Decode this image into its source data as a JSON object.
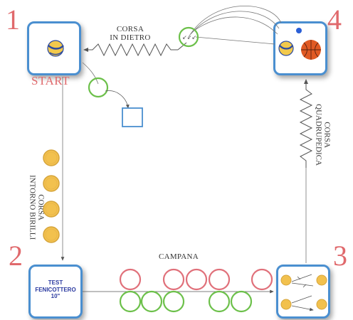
{
  "stations": [
    {
      "number": "1",
      "caption": "START"
    },
    {
      "number": "2",
      "text_line1": "TEST",
      "text_line2": "FENICOTTERO",
      "text_line3": "10\""
    },
    {
      "number": "3"
    },
    {
      "number": "4"
    }
  ],
  "paths": {
    "back_run_line1": "CORSA",
    "back_run_line2": "IN DIETRO",
    "cone_run_line1": "CORSA",
    "cone_run_line2": "INTORNO BIRILLI",
    "bell": "CAMPANA",
    "quad_run_line1": "CORSA",
    "quad_run_line2": "QUADRUPEDICA"
  },
  "colors": {
    "number": "#e0696c",
    "station_border": "#4a8fd0",
    "red_hoop": "#e0707a",
    "green_hoop": "#6cc04a",
    "cone": "#f2c14e",
    "test_text": "#2b3aa0"
  },
  "icons": [
    "volleyball-icon",
    "basketball-icon",
    "blue-ball-icon",
    "cone-icon",
    "hoop-icon"
  ]
}
